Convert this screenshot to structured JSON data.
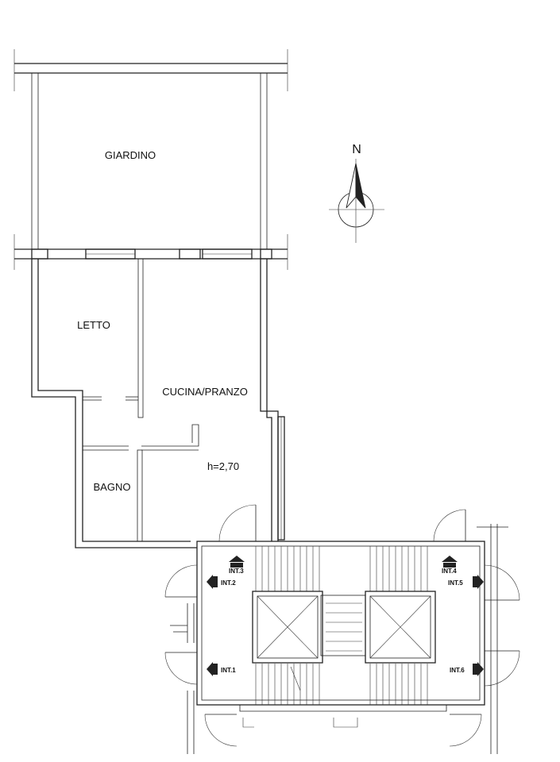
{
  "rooms": {
    "giardino": "GIARDINO",
    "letto": "LETTO",
    "cucina": "CUCINA/PRANZO",
    "bagno": "BAGNO",
    "height": "h=2,70"
  },
  "compass": {
    "north": "N"
  },
  "units": {
    "int1": "INT.1",
    "int2": "INT.2",
    "int3": "INT.3",
    "int4": "INT.4",
    "int5": "INT.5",
    "int6": "INT.6"
  }
}
